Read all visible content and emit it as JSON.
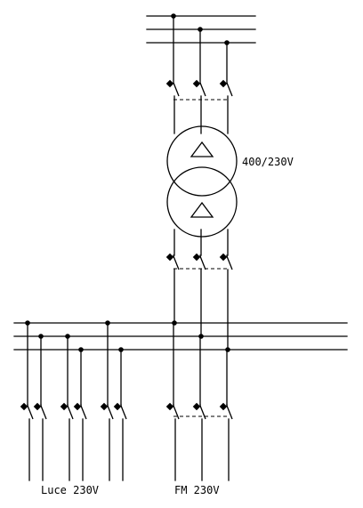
{
  "labels": {
    "transformer_ratio": "400/230V",
    "lighting_circuits": "Luce 230V",
    "power_circuits": "FM 230V"
  },
  "colors": {
    "line": "#000000",
    "background": "#ffffff"
  }
}
